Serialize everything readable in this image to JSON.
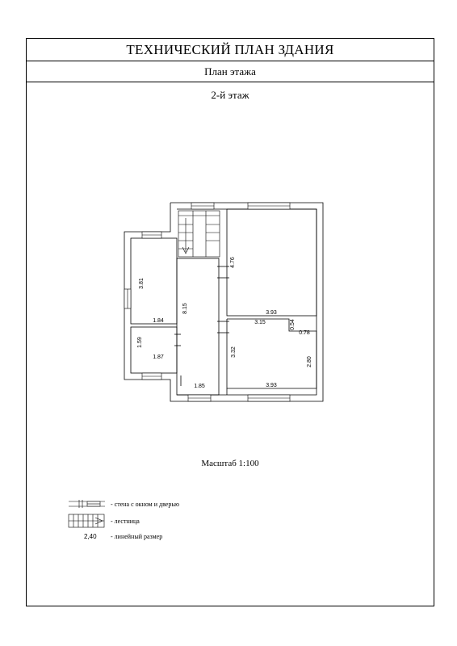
{
  "header": {
    "title": "ТЕХНИЧЕСКИЙ ПЛАН ЗДАНИЯ",
    "subtitle": "План этажа"
  },
  "floor_label": "2-й этаж",
  "scale_label": "Масштаб 1:100",
  "dimensions": {
    "d_381": "3.81",
    "d_184": "1.84",
    "d_159": "1.59",
    "d_187": "1.87",
    "d_815": "8.15",
    "d_185": "1.85",
    "d_476": "4.76",
    "d_393_top": "3.93",
    "d_315": "3.15",
    "d_054": "0.54",
    "d_078": "0.78",
    "d_332": "3.32",
    "d_280": "2.80",
    "d_393_bottom": "3.93"
  },
  "legend": {
    "wall_label": "- стена с окном и дверью",
    "stair_label": "- лестница",
    "dim_sample": "2,40",
    "dim_label": "- линейный размер"
  }
}
